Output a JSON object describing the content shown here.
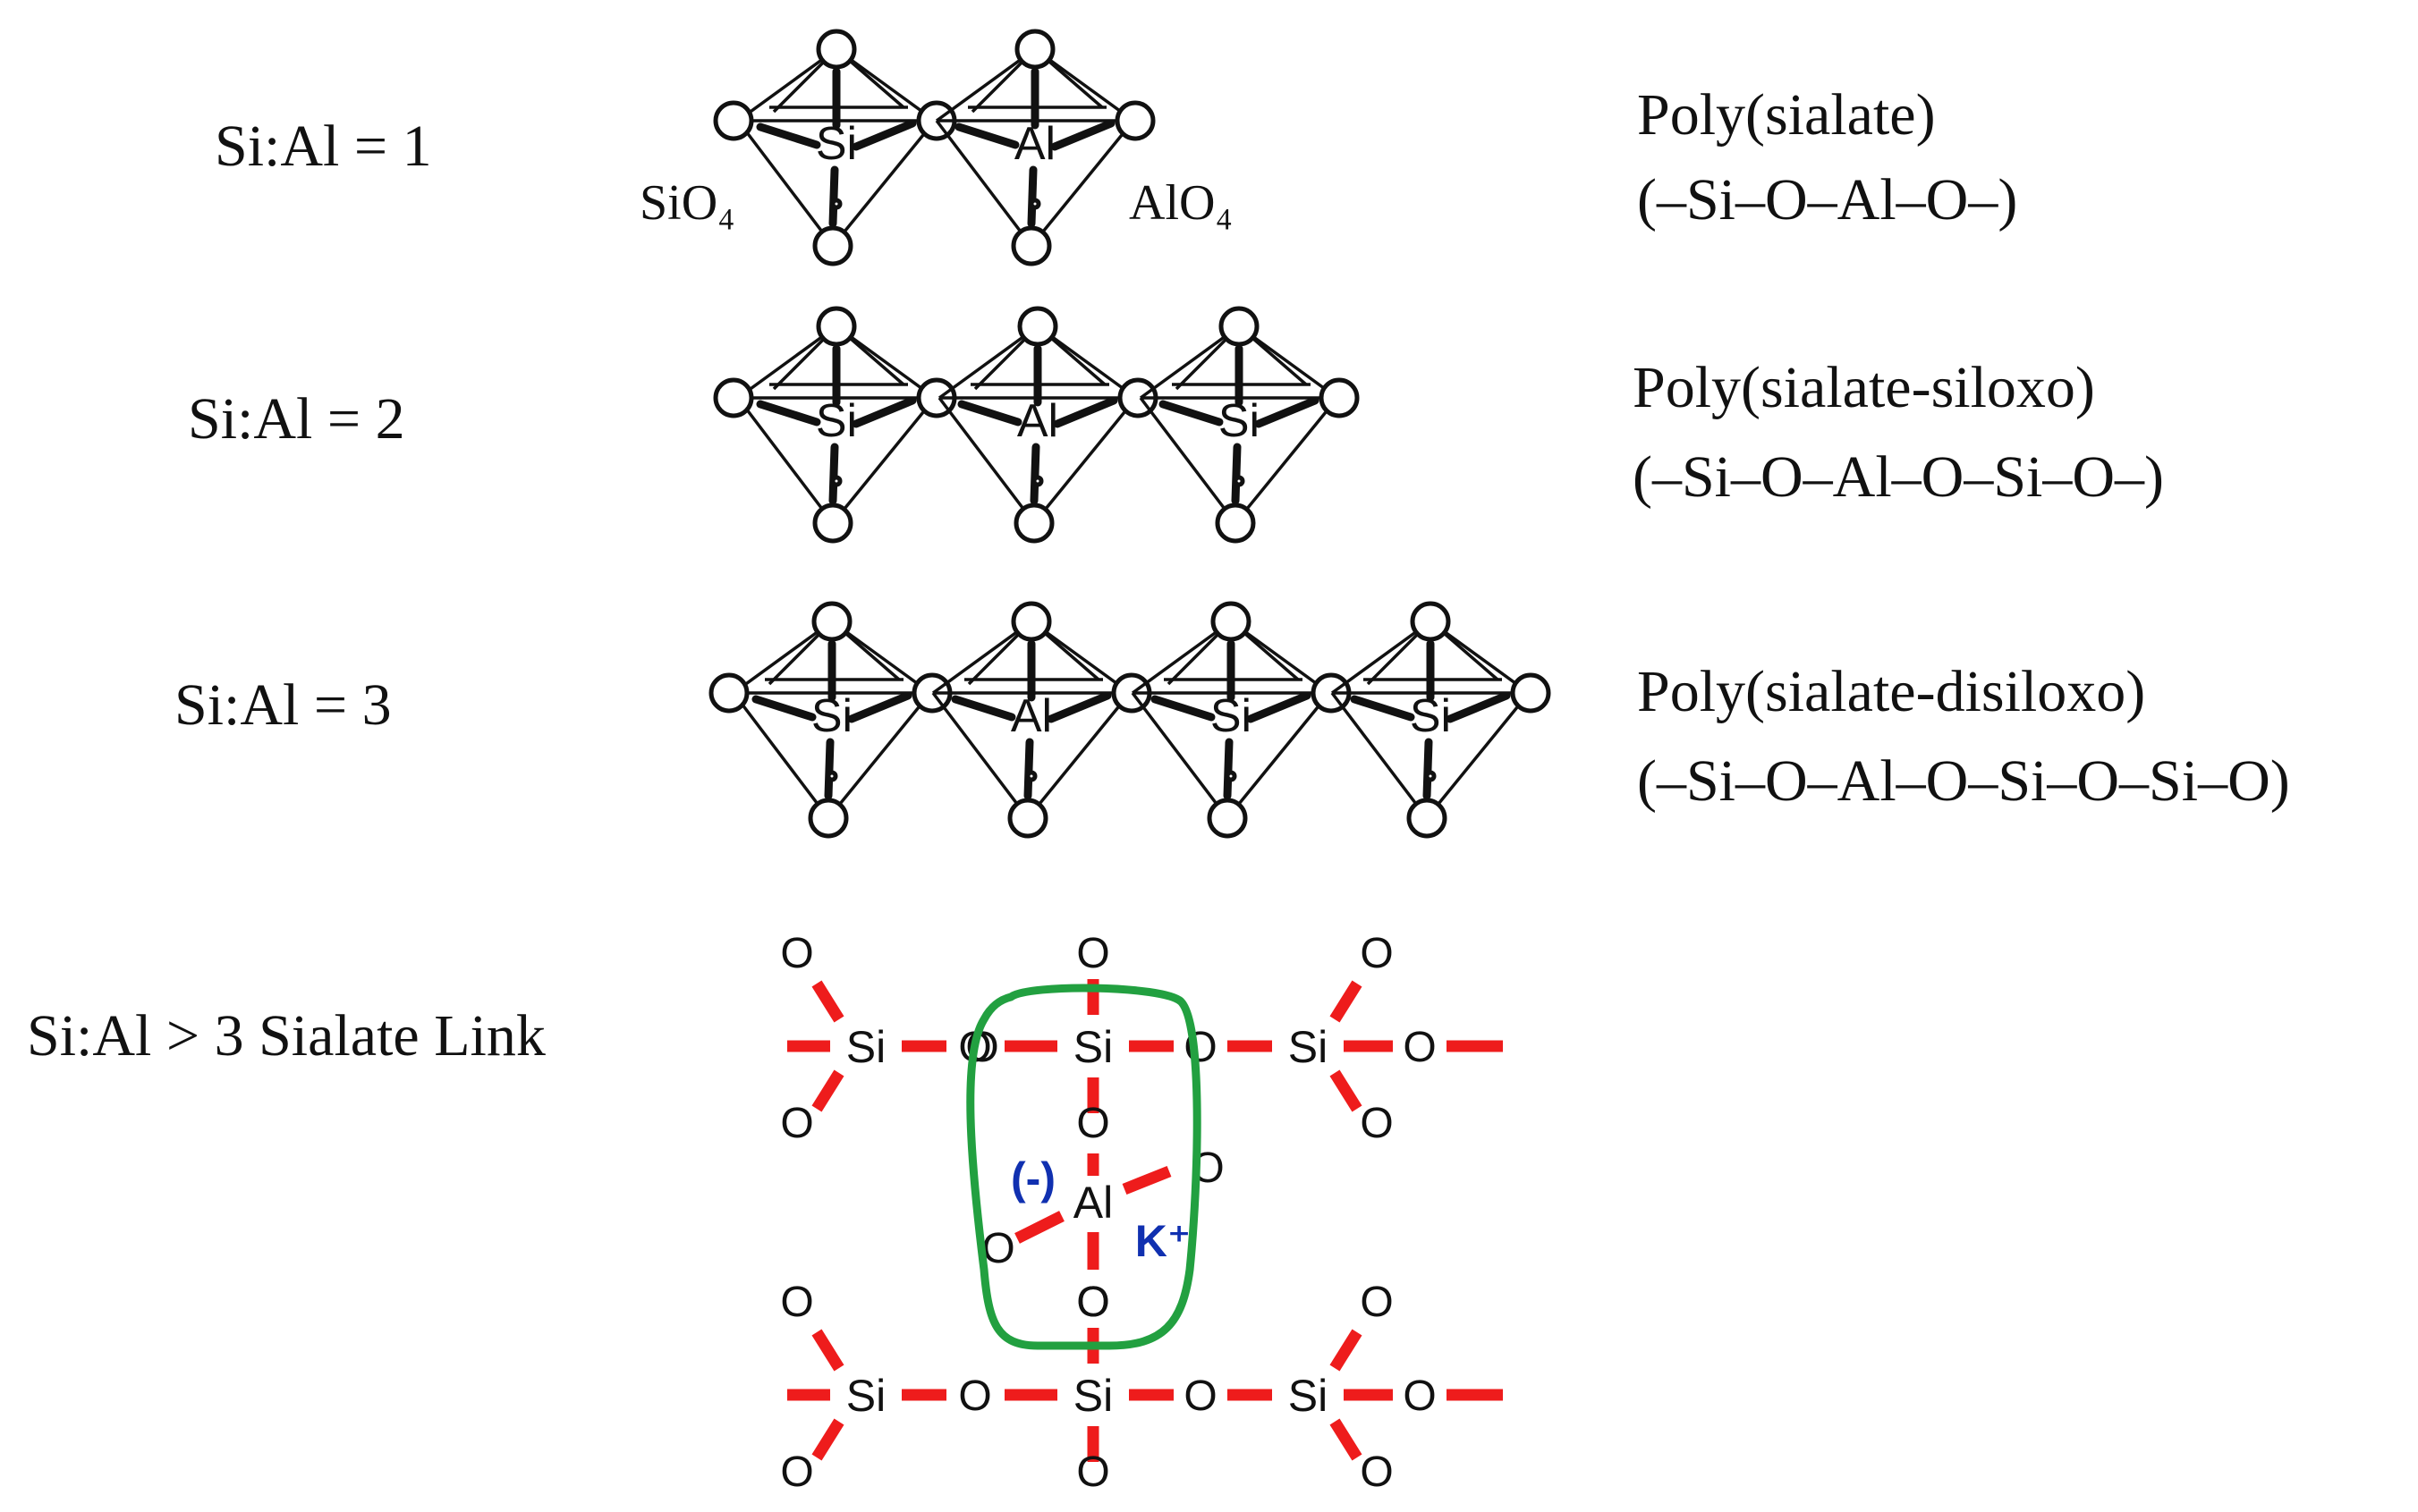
{
  "rows": [
    {
      "ratio": "Si:Al = 1",
      "name": "Poly(sialate)",
      "formula": "(–Si–O–Al–O–)",
      "units": [
        "Si",
        "Al"
      ],
      "left_unit_label": "SiO₄",
      "right_unit_label": "AlO₄"
    },
    {
      "ratio": "Si:Al = 2",
      "name": "Poly(sialate-siloxo)",
      "formula": "(–Si–O–Al–O–Si–O–)",
      "units": [
        "Si",
        "Al",
        "Si"
      ]
    },
    {
      "ratio": "Si:Al = 3",
      "name": "Poly(sialate-disiloxo)",
      "formula": "(–Si–O–Al–O–Si–O–Si–O)",
      "units": [
        "Si",
        "Al",
        "Si",
        "Si"
      ]
    }
  ],
  "network": {
    "ratio": "Si:Al > 3 Sialate Link",
    "oxygen": "O",
    "top_chain": [
      "Si",
      "Si",
      "Si"
    ],
    "bottom_chain": [
      "Si",
      "Si",
      "Si"
    ],
    "center_atom": "Al",
    "charge": "(-)",
    "cation": "K⁺"
  },
  "colors": {
    "bond_red": "#ee1c1c",
    "loop_green": "#22a040",
    "charge_blue": "#1030b0",
    "ink": "#111111"
  }
}
